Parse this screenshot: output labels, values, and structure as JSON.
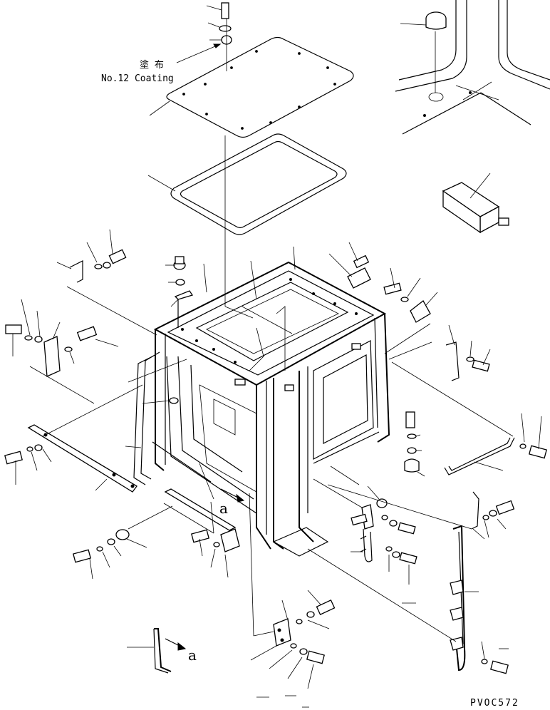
{
  "annotation": {
    "japanese": "塗 布",
    "english": "No.12 Coating"
  },
  "view_marker": "a",
  "drawing_code": "PVOC572"
}
